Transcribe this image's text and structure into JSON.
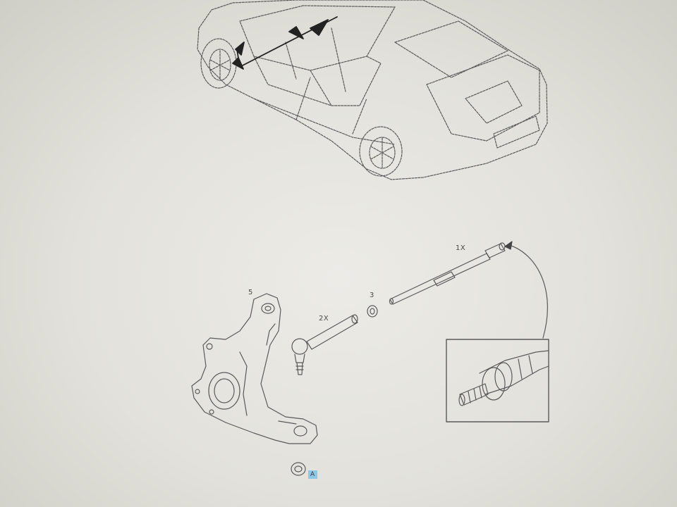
{
  "callouts": {
    "knuckle": "5",
    "tie_rod_end_qty": "2X",
    "nut": "3",
    "inner_tie_rod_qty": "1X",
    "flange_nut": "A"
  },
  "colors": {
    "paper": "#e6e5df",
    "line": "#5a5a5a",
    "arrow": "#222222",
    "highlight": "#8fc7e6"
  }
}
